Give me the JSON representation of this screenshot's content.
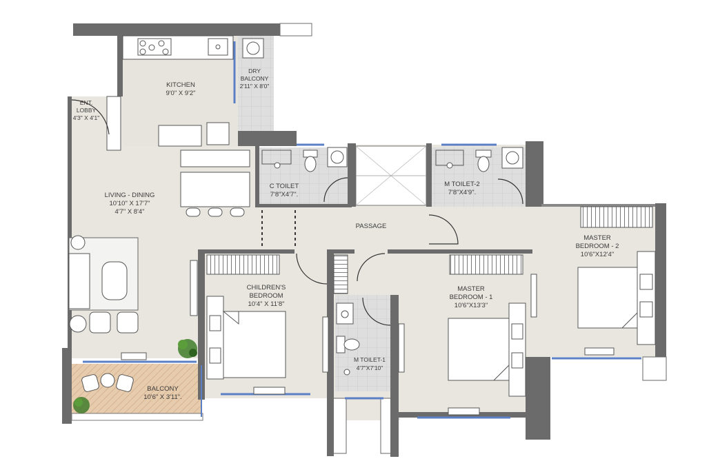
{
  "rooms": {
    "kitchen": {
      "name": "KITCHEN",
      "size": "9'0\" X 9'2\""
    },
    "dry_balcony": {
      "name_line1": "DRY",
      "name_line2": "BALCONY",
      "size": "2'11\" X 8'0\""
    },
    "ent_lobby": {
      "name_line1": "ENT.",
      "name_line2": "LOBBY",
      "size": "4'3\" X 4'1\""
    },
    "living_dining": {
      "name": "LIVING - DINING",
      "size1": "10'10\" X 17'7\"",
      "size2": "4'7\" X 8'4\""
    },
    "c_toilet": {
      "name": "C TOILET",
      "size": "7'8\"X4'7\"."
    },
    "m_toilet_2": {
      "name": "M TOILET-2",
      "size": "7'8\"X4'9\"."
    },
    "passage": {
      "name": "PASSAGE"
    },
    "master_bedroom_2": {
      "name_line1": "MASTER",
      "name_line2": "BEDROOM - 2",
      "size": "10'6\"X12'4\""
    },
    "childrens_bedroom": {
      "name_line1": "CHILDREN'S",
      "name_line2": "BEDROOM",
      "size": "10'4\" X 11'8\""
    },
    "master_bedroom_1": {
      "name_line1": "MASTER",
      "name_line2": "BEDROOM - 1",
      "size": "10'6\"X13'3\""
    },
    "m_toilet_1": {
      "name": "M TOILET-1",
      "size": "4'7\"X7'10\""
    },
    "balcony": {
      "name": "BALCONY",
      "size": "10'6\" X 3'11\"."
    }
  },
  "colors": {
    "floor": "#e8e6df",
    "wall": "#6b6b6b",
    "tile": "#dcdcdc",
    "wood": "#e3c7a8",
    "window": "#5b7fc4",
    "plant": "#3f7d2a"
  }
}
